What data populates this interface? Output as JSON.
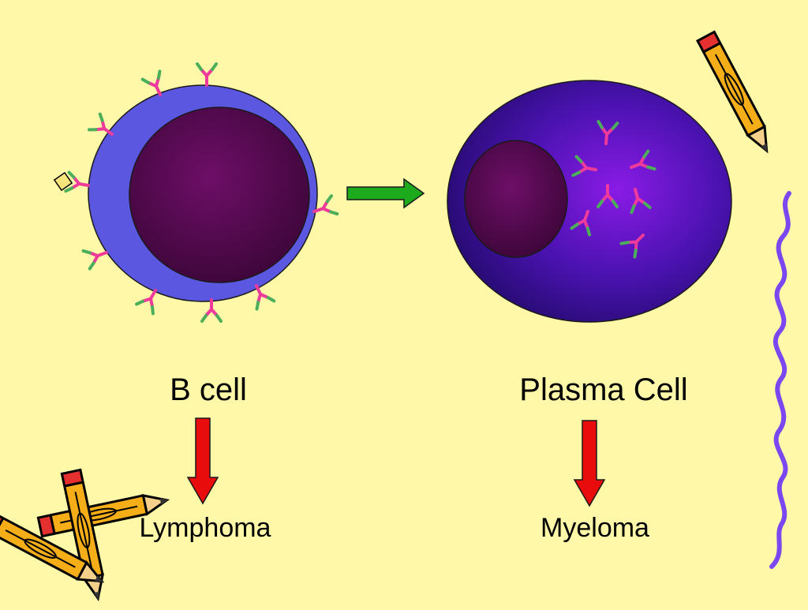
{
  "slide": {
    "background": "#FFF8A8",
    "left_cell": {
      "label": "B cell",
      "result": "Lymphoma"
    },
    "right_cell": {
      "label": "Plasma Cell",
      "result": "Myeloma"
    }
  },
  "colors": {
    "b_cell_body": "#5B57E0",
    "nucleus": "#5B0A55",
    "plasma_cell_body": "#3A109A",
    "antibody_stem": "#EE3A9A",
    "antibody_arm": "#4BAE5A",
    "green_arrow": "#1DAA1D",
    "red_arrow": "#E80C0C",
    "squiggle": "#7B47F0",
    "pencil_body": "#F6AE18",
    "pencil_outline": "#000000"
  },
  "icons": [
    "antibody-icon",
    "pencil-icon",
    "arrow-right-icon",
    "arrow-down-icon"
  ]
}
